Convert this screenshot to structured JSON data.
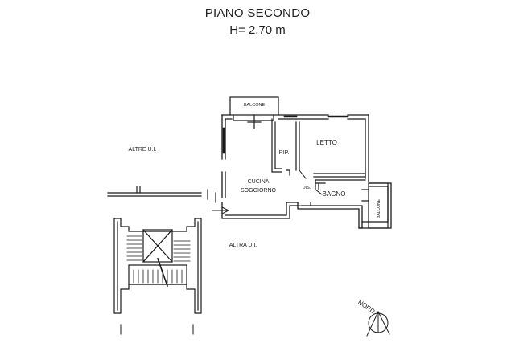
{
  "header": {
    "floor_title": "PIANO SECONDO",
    "height": "H= 2,70 m"
  },
  "rooms": {
    "balcone_top": "BALCONE",
    "letto": "LETTO",
    "rip": "RIP.",
    "cucina": "CUCINA",
    "soggiorno": "SOGGIORNO",
    "dis": "DIS.",
    "bagno": "BAGNO",
    "balcone_right": "BALCONE"
  },
  "surroundings": {
    "altre_ui": "ALTRE U.I.",
    "altra_ui": "ALTRA U.I."
  },
  "compass": {
    "label": "NORD"
  }
}
